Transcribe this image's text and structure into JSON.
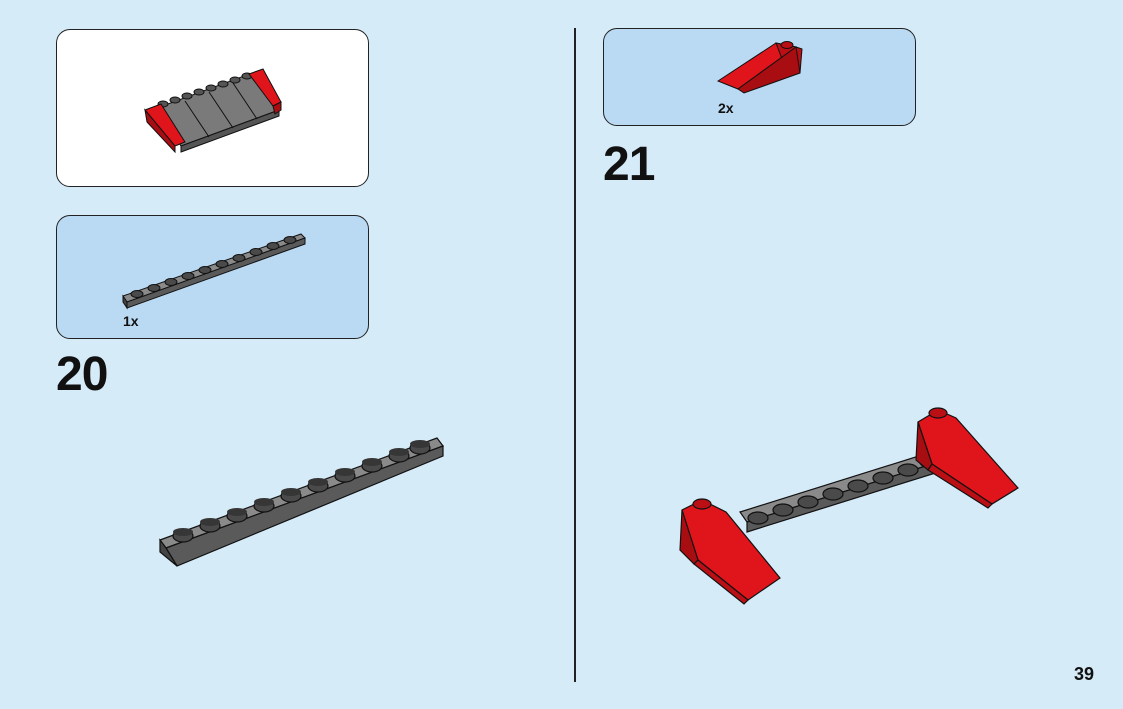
{
  "steps": [
    {
      "number": "20",
      "parts": [
        {
          "quantity": "1x",
          "part": "dark-gray-plate-1x10"
        }
      ]
    },
    {
      "number": "21",
      "parts": [
        {
          "quantity": "2x",
          "part": "red-slope-brick"
        }
      ]
    }
  ],
  "page_number": "39",
  "colors": {
    "background": "#d6ebf8",
    "parts_panel": "#bad9f2",
    "brick_red": "#e0151b",
    "brick_gray": "#6f6f6f"
  }
}
